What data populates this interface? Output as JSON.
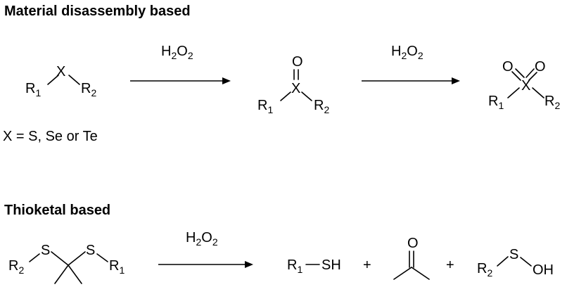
{
  "sections": {
    "material": {
      "heading": "Material disassembly based",
      "reagent_1": {
        "main": "H",
        "sub": "2",
        "main2": "O",
        "sub2": "2"
      },
      "reagent_2": {
        "main": "H",
        "sub": "2",
        "main2": "O",
        "sub2": "2"
      },
      "reactant": {
        "r1": "R",
        "r1_sub": "1",
        "x": "X",
        "r2": "R",
        "r2_sub": "2"
      },
      "sulfoxide": {
        "o": "O",
        "x": "X",
        "r1": "R",
        "r1_sub": "1",
        "r2": "R",
        "r2_sub": "2"
      },
      "sulfone": {
        "o1": "O",
        "o2": "O",
        "x": "X",
        "r1": "R",
        "r1_sub": "1",
        "r2": "R",
        "r2_sub": "2"
      },
      "note": "X = S, Se or Te"
    },
    "thioketal": {
      "heading": "Thioketal based",
      "reagent": {
        "main": "H",
        "sub": "2",
        "main2": "O",
        "sub2": "2"
      },
      "reactant": {
        "r2": "R",
        "r2_sub": "2",
        "s1": "S",
        "s2": "S",
        "r1": "R",
        "r1_sub": "1"
      },
      "thiol": {
        "r": "R",
        "r_sub": "1",
        "sh": "SH"
      },
      "plus_1": "+",
      "acetone": {
        "o": "O"
      },
      "plus_2": "+",
      "sulfenic": {
        "r": "R",
        "r_sub": "2",
        "s": "S",
        "oh": "OH"
      }
    }
  }
}
